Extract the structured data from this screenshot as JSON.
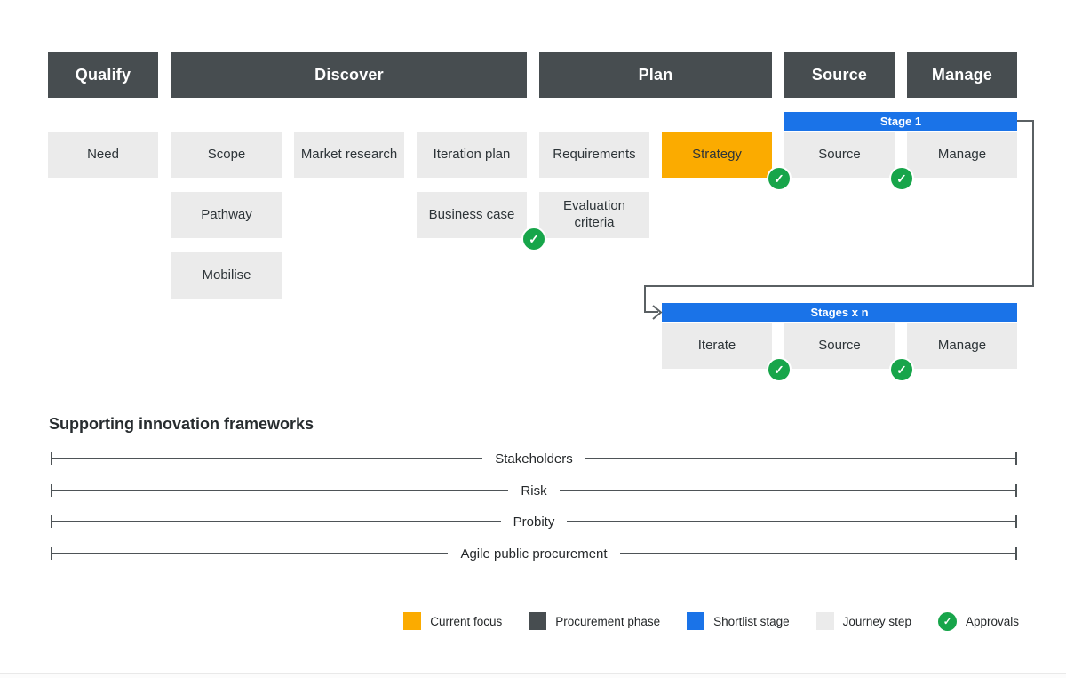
{
  "colors": {
    "procurement_phase": "#474D50",
    "current_focus": "#FBAB00",
    "shortlist_stage": "#1A73E8",
    "journey_step": "#EBEBEB",
    "approvals": "#17A54A"
  },
  "icons": {
    "check": "✓"
  },
  "phases": [
    {
      "label": "Qualify"
    },
    {
      "label": "Discover"
    },
    {
      "label": "Plan"
    },
    {
      "label": "Source"
    },
    {
      "label": "Manage"
    }
  ],
  "steps": {
    "need": "Need",
    "scope": "Scope",
    "market_research": "Market research",
    "iteration_plan": "Iteration plan",
    "requirements": "Requirements",
    "strategy": "Strategy",
    "pathway": "Pathway",
    "business_case": "Business case",
    "evaluation_criteria": "Evaluation criteria",
    "mobilise": "Mobilise"
  },
  "stages": {
    "stage1": {
      "label": "Stage 1",
      "steps": [
        {
          "label": "Source"
        },
        {
          "label": "Manage"
        }
      ]
    },
    "stages_xn": {
      "label": "Stages x n",
      "steps": [
        {
          "label": "Iterate"
        },
        {
          "label": "Source"
        },
        {
          "label": "Manage"
        }
      ]
    }
  },
  "frameworks": {
    "title": "Supporting innovation frameworks",
    "items": [
      "Stakeholders",
      "Risk",
      "Probity",
      "Agile public procurement"
    ]
  },
  "legend": [
    {
      "label": "Current focus",
      "color": "#FBAB00"
    },
    {
      "label": "Procurement phase",
      "color": "#474D50"
    },
    {
      "label": "Shortlist stage",
      "color": "#1A73E8"
    },
    {
      "label": "Journey step",
      "color": "#EBEBEB"
    },
    {
      "label": "Approvals",
      "color": "#17A54A"
    }
  ]
}
